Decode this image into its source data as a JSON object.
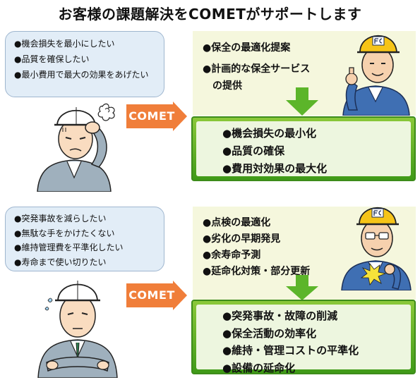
{
  "title": "お客様の課題解決をCOMETがサポートします",
  "sections": [
    {
      "needs": [
        "●機会損失を最小にしたい",
        "●品質を確保したい",
        "●最小費用で最大の効果をあげたい"
      ],
      "arrow_label": "COMET",
      "proposals": [
        "●保全の最適化提案",
        "●計画的な保全サービス",
        "　の提供"
      ],
      "results": [
        "●機会損失の最小化",
        "●品質の確保",
        "●費用対効果の最大化"
      ]
    },
    {
      "needs": [
        "●突発事故を減らしたい",
        "●無駄な手をかけたくない",
        "●維持管理費を平準化したい",
        "●寿命まで使い切りたい"
      ],
      "arrow_label": "COMET",
      "proposals": [
        "●点検の最適化",
        "●劣化の早期発見",
        "●余寿命予測",
        "●延命化対策・部分更新"
      ],
      "results": [
        "●突発事故・故障の削減",
        "●保全活動の効率化",
        "●維持・管理コストの平準化",
        "●設備の延命化"
      ]
    }
  ],
  "colors": {
    "need_box": "#e2edf7",
    "proposal_box": "#f5f7dd",
    "result_border": "#3f9a18",
    "comet_arrow": "#f07e3a",
    "down_arrow": "#5cb52a",
    "helmet_left": "#ffffff",
    "helmet_right": "#f6c417",
    "uniform_left": "#9fb0bd",
    "uniform_right": "#3f6fb3"
  },
  "icons": [
    "worried-worker-illustration",
    "engineer-thumbs-up-illustration",
    "thinking-worker-illustration",
    "engineer-pointing-illustration"
  ]
}
